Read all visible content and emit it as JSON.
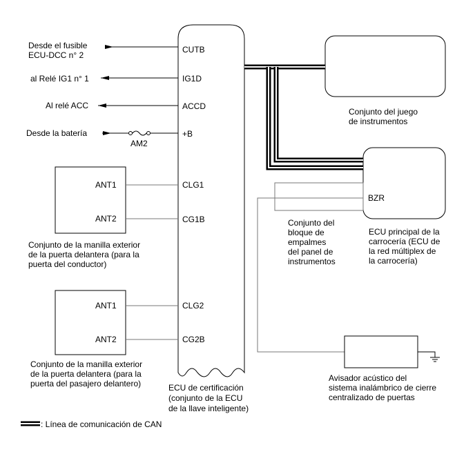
{
  "left_signals": {
    "fusible_1": "Desde el fusible",
    "fusible_2": "ECU-DCC n° 2",
    "rele_ig1": "al Relé IG1 n° 1",
    "rele_acc": "Al relé ACC",
    "bateria": "Desde la batería",
    "fuse_label": "AM2"
  },
  "ecu": {
    "pins": [
      "CUTB",
      "IG1D",
      "ACCD",
      "+B",
      "CLG1",
      "CG1B",
      "CLG2",
      "CG2B"
    ],
    "caption": [
      "ECU de certificación",
      "(conjunto de la ECU",
      "de la llave inteligente)"
    ]
  },
  "handle_front": {
    "ant1": "ANT1",
    "ant2": "ANT2",
    "caption": [
      "Conjunto de la manilla exterior",
      "de la puerta delantera (para la",
      "puerta del conductor)"
    ]
  },
  "handle_passenger": {
    "ant1": "ANT1",
    "ant2": "ANT2",
    "caption": [
      "Conjunto de la manilla exterior",
      "de la puerta delantera (para la",
      "puerta del pasajero delantero)"
    ]
  },
  "instruments": {
    "caption": [
      "Conjunto del juego",
      "de instrumentos"
    ]
  },
  "body_ecu": {
    "pin": "BZR",
    "caption": [
      "ECU principal de la",
      "carrocería (ECU de",
      "la red múltiplex de",
      "la carrocería)"
    ]
  },
  "junction_block": {
    "caption": [
      "Conjunto del",
      "bloque de",
      "empalmes",
      "del panel de",
      "instrumentos"
    ]
  },
  "buzzer": {
    "caption": [
      "Avisador acústico del",
      "sistema inalámbrico de cierre",
      "centralizado de puertas"
    ]
  },
  "legend": {
    "can_label": ": Línea de comunicación de CAN"
  }
}
